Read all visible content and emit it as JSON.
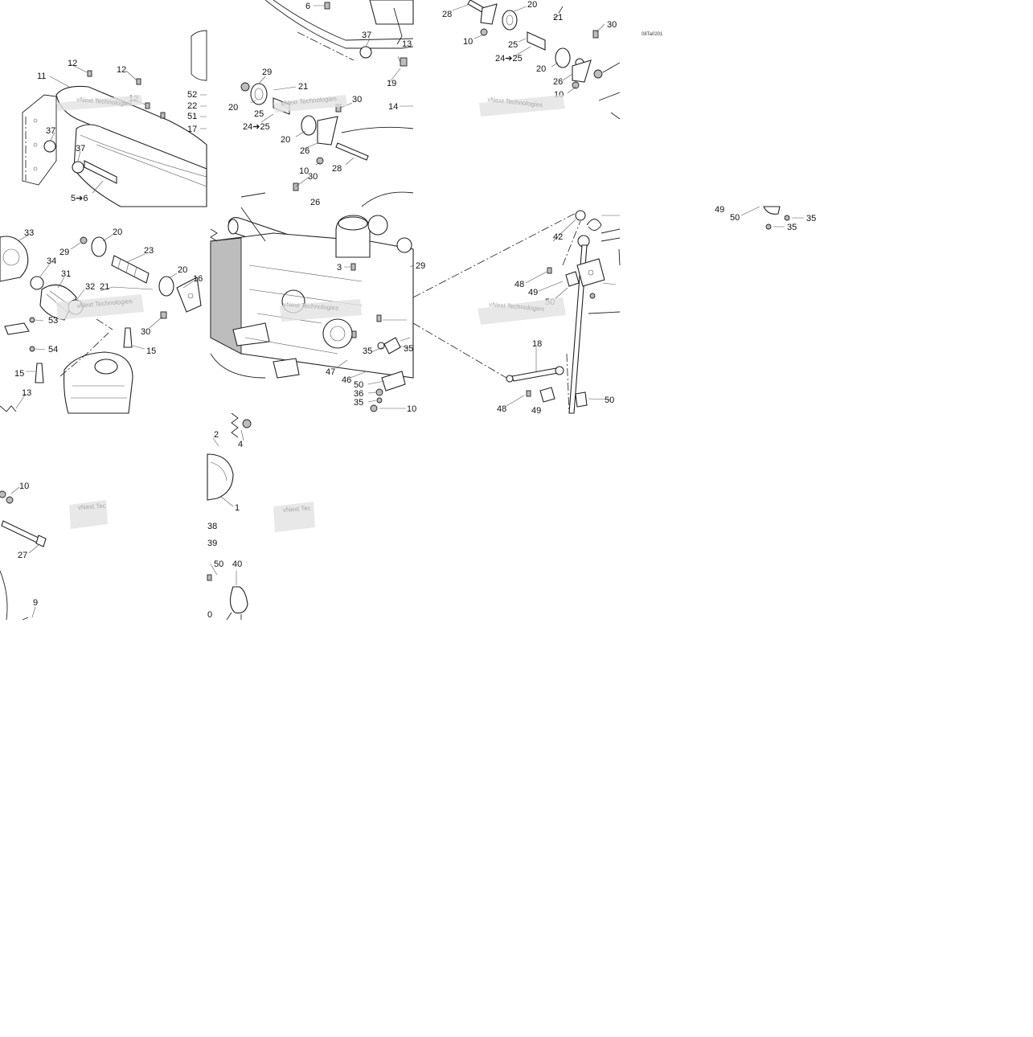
{
  "diagram": {
    "reference_code": "08Ta0201",
    "watermark_text": "vNext Technologies",
    "watermark_partial_text": "vNext Tec",
    "tiles": [
      {
        "id": "tile-0-0",
        "callouts": [
          "12",
          "12",
          "11",
          "12",
          "52",
          "22",
          "51",
          "17",
          "37",
          "37",
          "5➔6"
        ]
      },
      {
        "id": "tile-0-1",
        "callouts": [
          "6",
          "37",
          "13",
          "19",
          "14",
          "29",
          "21",
          "20",
          "25",
          "30",
          "24➔25",
          "20",
          "26",
          "28",
          "10",
          "30",
          "26"
        ]
      },
      {
        "id": "tile-0-2",
        "callouts": [
          "28",
          "20",
          "21",
          "30",
          "10",
          "25",
          "24➔25",
          "20",
          "26",
          "10"
        ]
      },
      {
        "id": "tile-0-4",
        "callouts": [
          "49",
          "50",
          "35",
          "35"
        ]
      },
      {
        "id": "tile-1-0",
        "callouts": [
          "33",
          "29",
          "20",
          "23",
          "34",
          "20",
          "31",
          "32",
          "21",
          "16",
          "53",
          "30",
          "54",
          "15",
          "15",
          "13"
        ]
      },
      {
        "id": "tile-1-1",
        "callouts": [
          "29",
          "3",
          "35",
          "35",
          "47",
          "46",
          "50",
          "36",
          "35",
          "10"
        ]
      },
      {
        "id": "tile-1-2",
        "callouts": [
          "42",
          "48",
          "49",
          "50",
          "18",
          "48",
          "50",
          "49"
        ]
      },
      {
        "id": "tile-2-0",
        "callouts": [
          "10",
          "27",
          "9"
        ]
      },
      {
        "id": "tile-2-1",
        "callouts": [
          "2",
          "4",
          "1",
          "38",
          "39",
          "50",
          "40",
          "0"
        ]
      }
    ]
  }
}
